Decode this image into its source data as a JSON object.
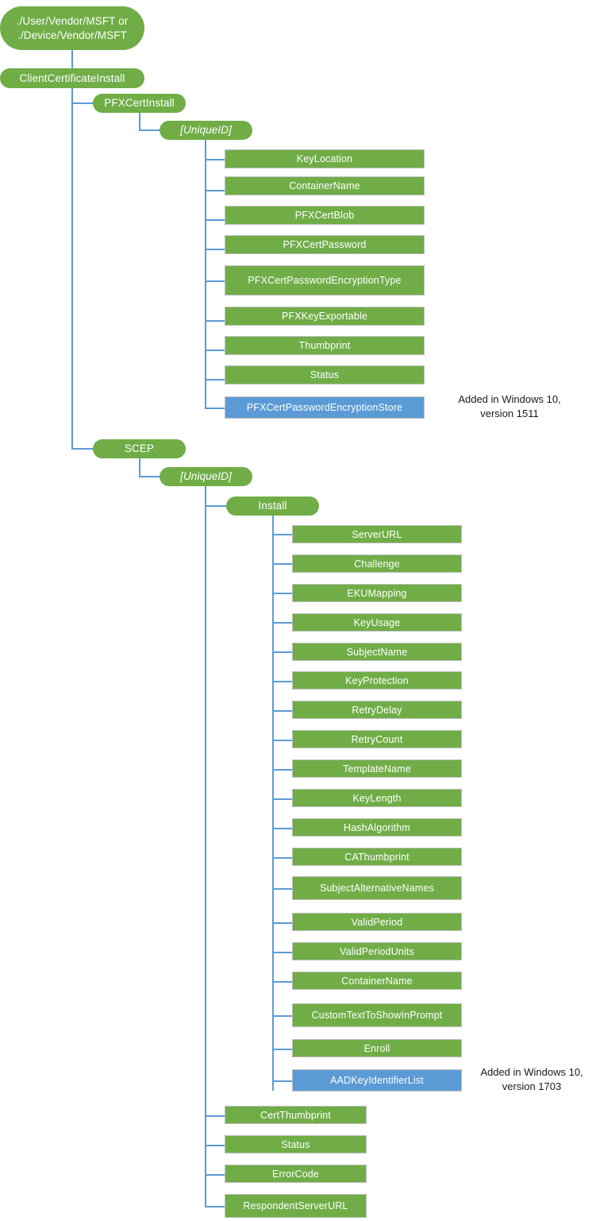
{
  "diagram": {
    "title": "ClientCertificateInstall CSP node hierarchy",
    "colors": {
      "node_green": "#70AD47",
      "node_blue": "#5B9BD5",
      "connector": "#5B9BD5",
      "rect_border": "#BFBFBF",
      "node_text": "#FFFFFF",
      "annotation_text": "#1A1A1A",
      "background": "#FFFFFF"
    },
    "root": {
      "label": "./User/Vendor/MSFT or\n./Device/Vendor/MSFT"
    },
    "level1": {
      "label": "ClientCertificateInstall"
    },
    "branches": [
      {
        "label": "PFXCertInstall",
        "unique_id": "[UniqueID]",
        "children": [
          {
            "label": "KeyLocation",
            "color": "green"
          },
          {
            "label": "ContainerName",
            "color": "green"
          },
          {
            "label": "PFXCertBlob",
            "color": "green"
          },
          {
            "label": "PFXCertPassword",
            "color": "green"
          },
          {
            "label": "PFXCertPasswordEncryptionType",
            "color": "green"
          },
          {
            "label": "PFXKeyExportable",
            "color": "green"
          },
          {
            "label": "Thumbprint",
            "color": "green"
          },
          {
            "label": "Status",
            "color": "green"
          },
          {
            "label": "PFXCertPasswordEncryptionStore",
            "color": "blue",
            "annotation": "Added in Windows 10,\nversion 1511"
          }
        ]
      },
      {
        "label": "SCEP",
        "unique_id": "[UniqueID]",
        "install": {
          "label": "Install",
          "children": [
            {
              "label": "ServerURL",
              "color": "green"
            },
            {
              "label": "Challenge",
              "color": "green"
            },
            {
              "label": "EKUMapping",
              "color": "green"
            },
            {
              "label": "KeyUsage",
              "color": "green"
            },
            {
              "label": "SubjectName",
              "color": "green"
            },
            {
              "label": "KeyProtection",
              "color": "green"
            },
            {
              "label": "RetryDelay",
              "color": "green"
            },
            {
              "label": "RetryCount",
              "color": "green"
            },
            {
              "label": "TemplateName",
              "color": "green"
            },
            {
              "label": "KeyLength",
              "color": "green"
            },
            {
              "label": "HashAlgorithm",
              "color": "green"
            },
            {
              "label": "CAThumbprint",
              "color": "green"
            },
            {
              "label": "SubjectAlternativeNames",
              "color": "green"
            },
            {
              "label": "ValidPeriod",
              "color": "green"
            },
            {
              "label": "ValidPeriodUnits",
              "color": "green"
            },
            {
              "label": "ContainerName",
              "color": "green"
            },
            {
              "label": "CustomTextToShowInPrompt",
              "color": "green"
            },
            {
              "label": "Enroll",
              "color": "green"
            },
            {
              "label": "AADKeyIdentifierList",
              "color": "blue",
              "annotation": "Added in Windows 10,\nversion 1703"
            }
          ]
        },
        "children": [
          {
            "label": "CertThumbprint",
            "color": "green"
          },
          {
            "label": "Status",
            "color": "green"
          },
          {
            "label": "ErrorCode",
            "color": "green"
          },
          {
            "label": "RespondentServerURL",
            "color": "green"
          }
        ]
      }
    ],
    "annotations": [
      {
        "text": "Added in Windows 10,\nversion 1511"
      },
      {
        "text": "Added in Windows 10,\nversion 1703"
      }
    ]
  }
}
